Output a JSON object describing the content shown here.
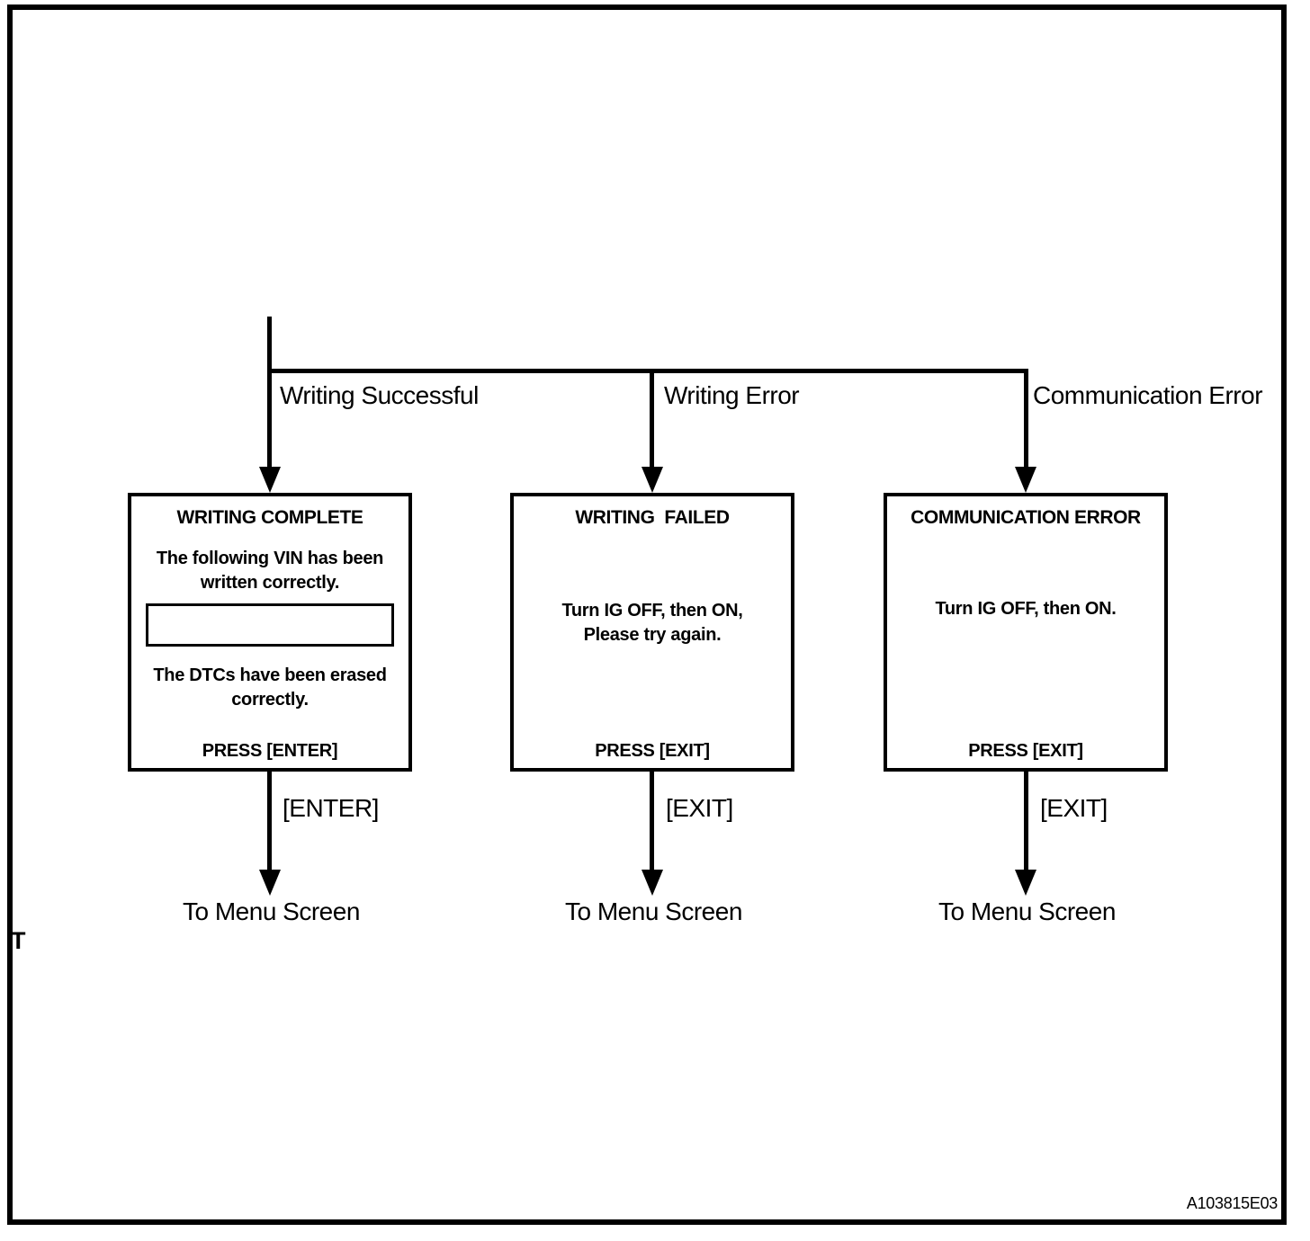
{
  "page": {
    "background": "#ffffff",
    "ink": "#000000",
    "figure_code": "A103815E03",
    "margin_note": "T"
  },
  "branches": [
    {
      "condition_label": "Writing Successful",
      "box": {
        "title": "WRITING COMPLETE",
        "body_top": [
          "The following VIN has been",
          "written correctly."
        ],
        "vin_field_value": "",
        "body_bottom": [
          "The DTCs have been erased",
          "correctly."
        ],
        "press_label": "PRESS [ENTER]"
      },
      "key_label": "[ENTER]",
      "destination_label": "To Menu Screen"
    },
    {
      "condition_label": "Writing Error",
      "box": {
        "title": "WRITING  FAILED",
        "body": [
          "Turn IG OFF, then ON,",
          "Please try again."
        ],
        "press_label": "PRESS [EXIT]"
      },
      "key_label": "[EXIT]",
      "destination_label": "To Menu Screen"
    },
    {
      "condition_label": "Communication Error",
      "box": {
        "title": "COMMUNICATION ERROR",
        "body": [
          "Turn IG OFF, then ON."
        ],
        "press_label": "PRESS [EXIT]"
      },
      "key_label": "[EXIT]",
      "destination_label": "To Menu Screen"
    }
  ]
}
